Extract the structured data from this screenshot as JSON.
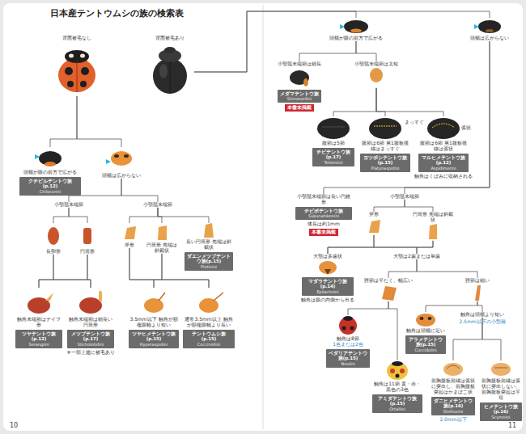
{
  "diagram": {
    "title": "日本産テントウムシの族の検索表",
    "nodes": [
      {
        "text": [
          "背面被毛なし"
        ]
      },
      {
        "text": [
          "背面被毛あり"
        ]
      },
      {
        "text": [
          "頭楯が眼の前方で広がる",
          "クチビルテントウ族(p.12)",
          "Chilocorini"
        ]
      },
      {
        "text": [
          "頭楯は広がらない"
        ]
      },
      {
        "text": [
          "小顎鬚末端節"
        ]
      },
      {
        "text": [
          "長卵形"
        ]
      },
      {
        "text": [
          "円筒形"
        ]
      },
      {
        "text": [
          "小顎鬚末端節"
        ]
      },
      {
        "text": [
          "斧形"
        ]
      },
      {
        "text": [
          "円筒形 先端は斜截状"
        ]
      },
      {
        "text": [
          "長い円筒形 先端は斜截状",
          "ダエンメツブテントウ族(p.15)",
          "Plotinini"
        ]
      },
      {
        "text": [
          "触角末端節はナイフ形",
          "ツヤテントウ族(p.12)",
          "Serangiini"
        ]
      },
      {
        "text": [
          "触角末端節は細長い円筒形",
          "メツブテントウ族(p.17)",
          "Sticholotidini"
        ]
      },
      {
        "text": [
          "3.5mm以下 触角が額複眼幅より短い",
          "ツヤヒメテントウ族(p.15)",
          "Hyperaspidini"
        ]
      },
      {
        "text": [
          "通常3.5mm以上 触角が額複眼幅より長い",
          "テントウムシ族(p.15)",
          "Coccinellini"
        ]
      },
      {
        "text": [
          "頭楯が眼の前方で広がる"
        ]
      },
      {
        "text": [
          "頭楯は広がらない"
        ]
      },
      {
        "text": [
          "小顎鬚末端節は細長",
          "メダマテントウ族",
          "Shirozuellini"
        ]
      },
      {
        "text": [
          "小顎鬚末端節は太短"
        ]
      },
      {
        "text": [
          "腹節は5節",
          "チビテントウ族(p.17)",
          "Telsimiini"
        ]
      },
      {
        "text": [
          "腹節は6節 第1腹板後線はまっすぐ",
          "ヨツボシテントウ族(p.15)",
          "Platynaspidini"
        ]
      },
      {
        "text": [
          "腹節は6節 第1腹板後線は弧状",
          "マルヒメテントウ族(p.12)",
          "Aspidimerini"
        ]
      },
      {
        "text": [
          "小顎鬚末端節は長い円錐形",
          "チビボテントウ族",
          "Sukunahikonini"
        ]
      },
      {
        "text": [
          "小顎鬚末端節"
        ]
      },
      {
        "text": [
          "斧形"
        ]
      },
      {
        "text": [
          "円筒形 先端は斜截状"
        ]
      },
      {
        "text": [
          "大顎は2歯または単歯"
        ]
      },
      {
        "text": [
          "大顎は多歯状",
          "マダラテントウ族(p.14)",
          "Epilachnini"
        ]
      },
      {
        "text": [
          "脛節は平たく、幅広い"
        ]
      },
      {
        "text": [
          "脛節は細い"
        ]
      },
      {
        "text": [
          "触角は8節",
          "1色または2色",
          "ベダリアテントウ族(p.15)",
          "Noviini"
        ]
      },
      {
        "text": [
          "触角は11節 黄・赤・黒色の3色",
          "アミダテントウ族(p.15)",
          "Ortaliini"
        ]
      },
      {
        "text": [
          "触角は頭楯に近い",
          "アラメテントウ族(p.15)",
          "Coccidulini"
        ]
      },
      {
        "text": [
          "触角は頭楯より短い"
        ]
      },
      {
        "text": [
          "前胸腹板前縁は弧状に突出し、前胸腹板突起はかまぼこ状",
          "ダニヒメテントウ族(p.16)",
          "Stethorini"
        ]
      },
      {
        "text": [
          "前胸腹板前縁は弧状に突出しない、前胸腹板突起は平坦",
          "ヒメテントウ族(p.16)",
          "Scymnini"
        ]
      }
    ],
    "edges": [
      {
        "from": 0,
        "to": 2,
        "arrow": "none"
      },
      {
        "from": 0,
        "to": 3,
        "arrow": "none"
      },
      {
        "from": 1,
        "to": 15,
        "arrow": "none"
      },
      {
        "from": 1,
        "to": 16,
        "arrow": "none"
      },
      {
        "from": 3,
        "to": 4,
        "arrow": "none"
      },
      {
        "from": 3,
        "to": 7,
        "arrow": "none"
      },
      {
        "from": 4,
        "to": 5,
        "arrow": "none"
      },
      {
        "from": 4,
        "to": 6,
        "arrow": "none"
      },
      {
        "from": 7,
        "to": 8,
        "arrow": "none"
      },
      {
        "from": 7,
        "to": 9,
        "arrow": "none"
      },
      {
        "from": 7,
        "to": 10,
        "arrow": "none"
      },
      {
        "from": 5,
        "to": 11,
        "arrow": "none"
      },
      {
        "from": 5,
        "to": 12,
        "arrow": "none"
      },
      {
        "from": 6,
        "to": 11,
        "arrow": "none"
      },
      {
        "from": 6,
        "to": 12,
        "arrow": "none"
      },
      {
        "from": 8,
        "to": 13,
        "arrow": "none"
      },
      {
        "from": 8,
        "to": 14,
        "arrow": "none"
      },
      {
        "from": 9,
        "to": 13,
        "arrow": "none"
      },
      {
        "from": 9,
        "to": 14,
        "arrow": "none"
      },
      {
        "from": 15,
        "to": 17,
        "arrow": "none"
      },
      {
        "from": 15,
        "to": 18,
        "arrow": "none"
      },
      {
        "from": 18,
        "to": 19,
        "arrow": "none"
      },
      {
        "from": 18,
        "to": 20,
        "arrow": "none"
      },
      {
        "from": 18,
        "to": 21,
        "arrow": "none"
      },
      {
        "from": 16,
        "to": 22,
        "arrow": "none"
      },
      {
        "from": 16,
        "to": 23,
        "arrow": "none"
      },
      {
        "from": 23,
        "to": 24,
        "arrow": "none"
      },
      {
        "from": 23,
        "to": 25,
        "arrow": "none"
      },
      {
        "from": 24,
        "to": 26,
        "arrow": "none"
      },
      {
        "from": 24,
        "to": 27,
        "arrow": "none"
      },
      {
        "from": 25,
        "to": 26,
        "arrow": "none"
      },
      {
        "from": 25,
        "to": 27,
        "arrow": "none"
      },
      {
        "from": 26,
        "to": 28,
        "arrow": "none"
      },
      {
        "from": 26,
        "to": 29,
        "arrow": "none"
      },
      {
        "from": 28,
        "to": 30,
        "arrow": "none"
      },
      {
        "from": 28,
        "to": 31,
        "arrow": "none"
      },
      {
        "from": 29,
        "to": 32,
        "arrow": "none"
      },
      {
        "from": 29,
        "to": 33,
        "arrow": "none"
      },
      {
        "from": 33,
        "to": 34,
        "arrow": "none"
      },
      {
        "from": 33,
        "to": 35,
        "arrow": "none"
      }
    ],
    "labels": [
      "10",
      "11",
      "※一部上翅に被毛あり",
      "本書未掲載",
      "まっすぐ",
      "弧状",
      "触角はくぼみに収納される",
      "体長は約1mm",
      "本書未掲載",
      "触角は眼の内側から出る",
      "2.5mm以下の小型種",
      "2.0mm以下"
    ]
  }
}
